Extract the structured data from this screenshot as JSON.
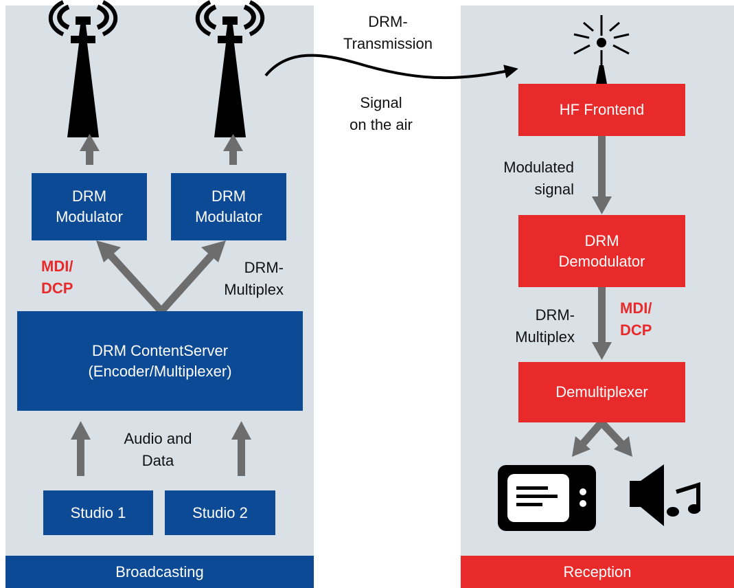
{
  "broadcasting": {
    "footer": "Broadcasting",
    "modulator_1": {
      "line1": "DRM",
      "line2": "Modulator"
    },
    "modulator_2": {
      "line1": "DRM",
      "line2": "Modulator"
    },
    "content_server": {
      "line1": "DRM ContentServer",
      "line2": "(Encoder/Multiplexer)"
    },
    "studio_1": "Studio 1",
    "studio_2": "Studio 2",
    "mdi_dcp": {
      "line1": "MDI/",
      "line2": "DCP"
    },
    "drm_multiplex": {
      "line1": "DRM-",
      "line2": "Multiplex"
    },
    "audio_data": {
      "line1": "Audio and",
      "line2": "Data"
    }
  },
  "air": {
    "transmission": {
      "line1": "DRM-",
      "line2": "Transmission"
    },
    "signal": {
      "line1": "Signal",
      "line2": "on the air"
    }
  },
  "reception": {
    "footer": "Reception",
    "hf_frontend": "HF Frontend",
    "demodulator": {
      "line1": "DRM",
      "line2": "Demodulator"
    },
    "demultiplexer": "Demultiplexer",
    "modulated_signal": {
      "line1": "Modulated",
      "line2": "signal"
    },
    "drm_multiplex": {
      "line1": "DRM-",
      "line2": "Multiplex"
    },
    "mdi_dcp": {
      "line1": "MDI/",
      "line2": "DCP"
    }
  },
  "colors": {
    "blue": "#0c4a96",
    "red": "#e82a2a",
    "panel": "#d9e0e6",
    "arrow": "#6d6d6d"
  }
}
